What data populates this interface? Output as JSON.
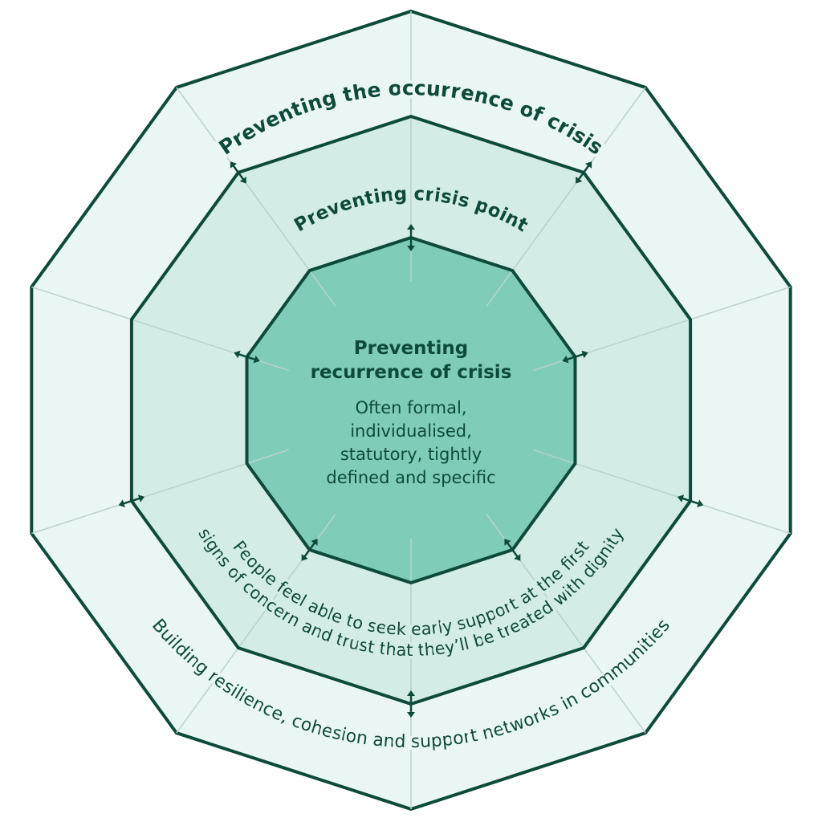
{
  "title_outer": "Preventing the occurrence of crisis",
  "title_middle": "Preventing crisis point",
  "title_inner_line1": "Preventing",
  "title_inner_line2": "recurrence of crisis",
  "inner_desc": [
    "Often formal,",
    "individualised,",
    "statutory, tightly",
    "defined and specific"
  ],
  "middle_desc_line1": "People feel able to seek early support at the first",
  "middle_desc_line2": "signs of concern and trust that they’ll be treated with dignity",
  "outer_desc": "Building resilience, cohesion and support networks in communities",
  "colors": {
    "outer_fill": "#eaf6f3",
    "middle_fill": "#d3ece5",
    "inner_fill": "#7fcdb9",
    "stroke": "#0e4a3c",
    "spoke": "#b9d2cb"
  }
}
